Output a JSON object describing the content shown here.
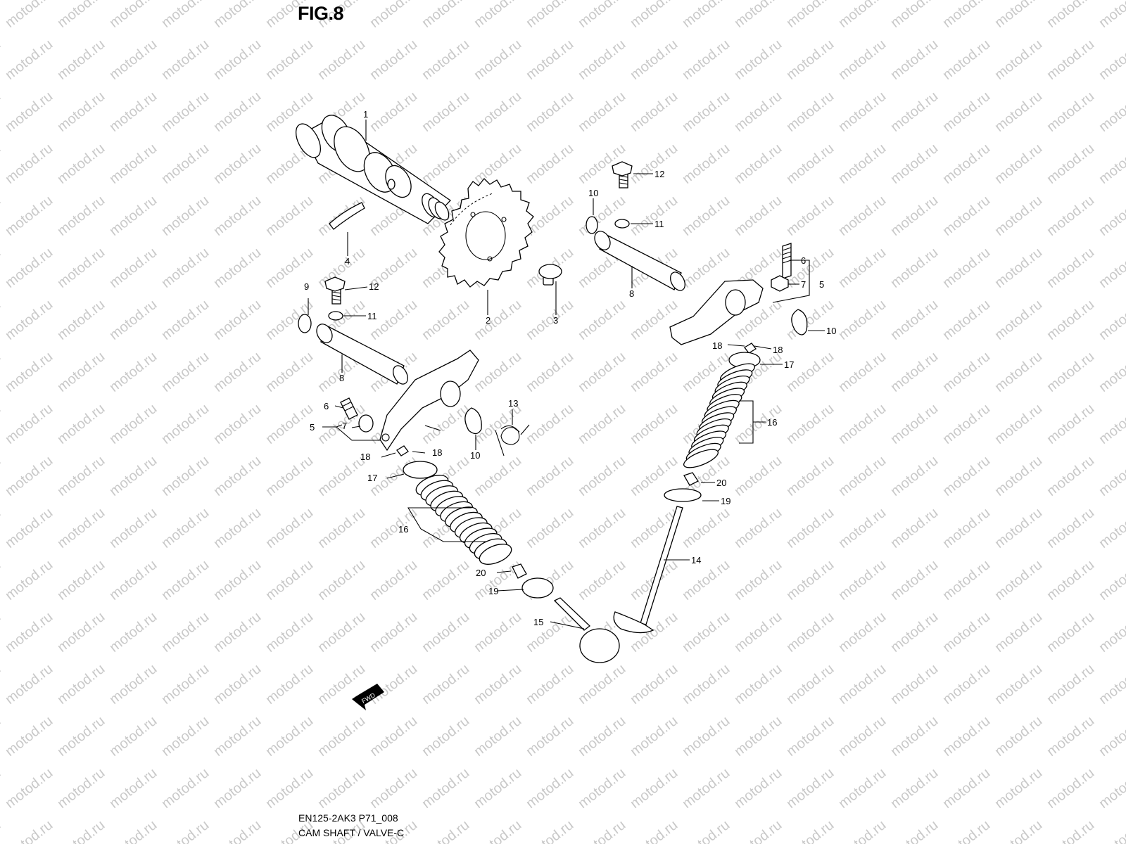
{
  "figure": {
    "title": "FIG.8"
  },
  "watermark": {
    "text": "motod.ru",
    "color": "#c9c9c9"
  },
  "footer": {
    "code": "EN125-2AK3 P71_008",
    "name": "CAM SHAFT / VALVE-C"
  },
  "fwd_label": "FWD",
  "callouts": [
    "1",
    "2",
    "3",
    "4",
    "5",
    "6",
    "7",
    "8",
    "9",
    "10",
    "11",
    "12",
    "13",
    "14",
    "15",
    "16",
    "17",
    "18",
    "19",
    "20"
  ]
}
